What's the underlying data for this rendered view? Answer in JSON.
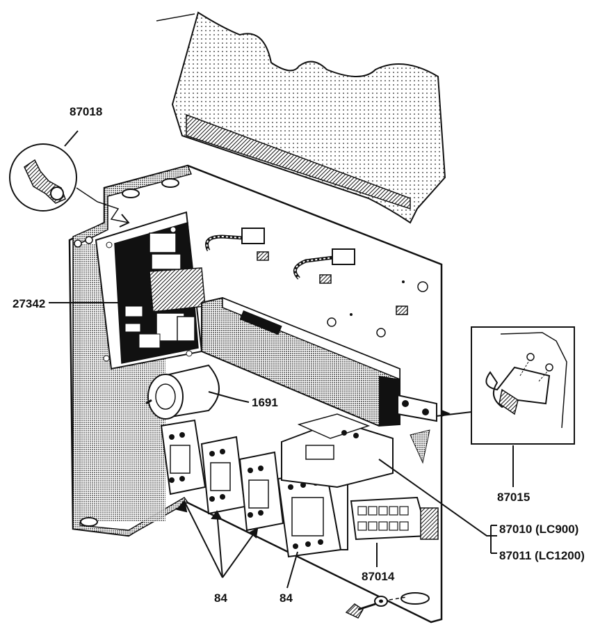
{
  "diagram": {
    "part_labels": {
      "p87018": "87018",
      "p27342": "27342",
      "p1691": "1691",
      "p87015": "87015",
      "p87010": "87010 (LC900)",
      "p87011": "87011 (LC1200)",
      "p87014": "87014",
      "p84a": "84",
      "p84b": "84"
    }
  }
}
